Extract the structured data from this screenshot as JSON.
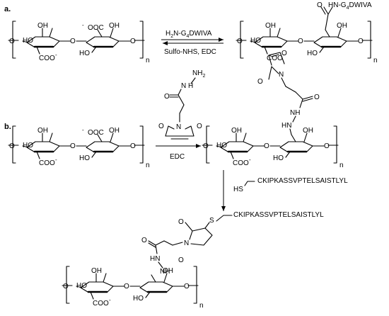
{
  "panels": {
    "a": {
      "label": "a.",
      "reagent_top_prefix": "H",
      "reagent_top_sub1": "2",
      "reagent_top_mid": "N-G",
      "reagent_top_sub2": "4",
      "reagent_top_suffix": "DWIVA",
      "reagent_bottom": "Sulfo-NHS, EDC",
      "product_group_prefix": "HN-G",
      "product_group_sub": "4",
      "product_group_suffix": "DWIVA"
    },
    "b": {
      "label": "b.",
      "hydrazide_nh2": "NH",
      "hydrazide_nh2_sub": "2",
      "hydrazide_nh": "N",
      "hydrazide_nh_h": "H",
      "imide_n": "N",
      "reagent_bottom": "EDC",
      "linker_n": "N",
      "linker_nh": "NH",
      "linker_hn": "HN",
      "thiol_hs": "HS",
      "thiol_peptide": "CKIPKASSVPTELSAISTLYL",
      "thioether_s": "S",
      "thioether_peptide": "CKIPKASSVPTELSAISTLYL"
    }
  },
  "common": {
    "oh": "OH",
    "ho": "HO",
    "o": "O",
    "coo": "COO",
    "ooc": "OOC",
    "minus": "-",
    "n_sub": "n"
  }
}
